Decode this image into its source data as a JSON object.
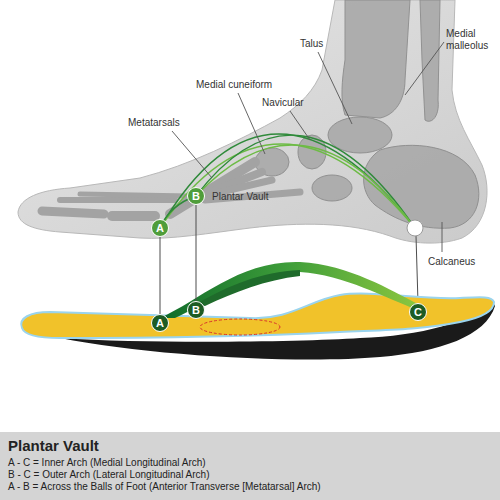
{
  "diagram": {
    "nodes": [
      {
        "text": [
          "A"
        ]
      },
      {
        "text": [
          "B"
        ]
      },
      {
        "text": [
          "A"
        ]
      },
      {
        "text": [
          "B"
        ]
      },
      {
        "text": [
          "C"
        ]
      },
      {
        "text": [
          "Plantar Vault",
          "A - C = Inner Arch (Medial Longitudinal Arch)",
          "B - C = Outer Arch (Lateral Longitudinal Arch)",
          "A - B = Across the Balls of Foot (Anterior Transverse [Metatarsal] Arch)"
        ]
      }
    ],
    "edges": [
      {
        "from": 0,
        "to": 2,
        "arrow": "none"
      },
      {
        "from": 1,
        "to": 3,
        "arrow": "none"
      }
    ],
    "labels": [
      "Medial malleolus",
      "Talus",
      "Medial cuneiform",
      "Navicular",
      "Metatarsals",
      "Plantar Vault",
      "Calcaneus"
    ]
  }
}
